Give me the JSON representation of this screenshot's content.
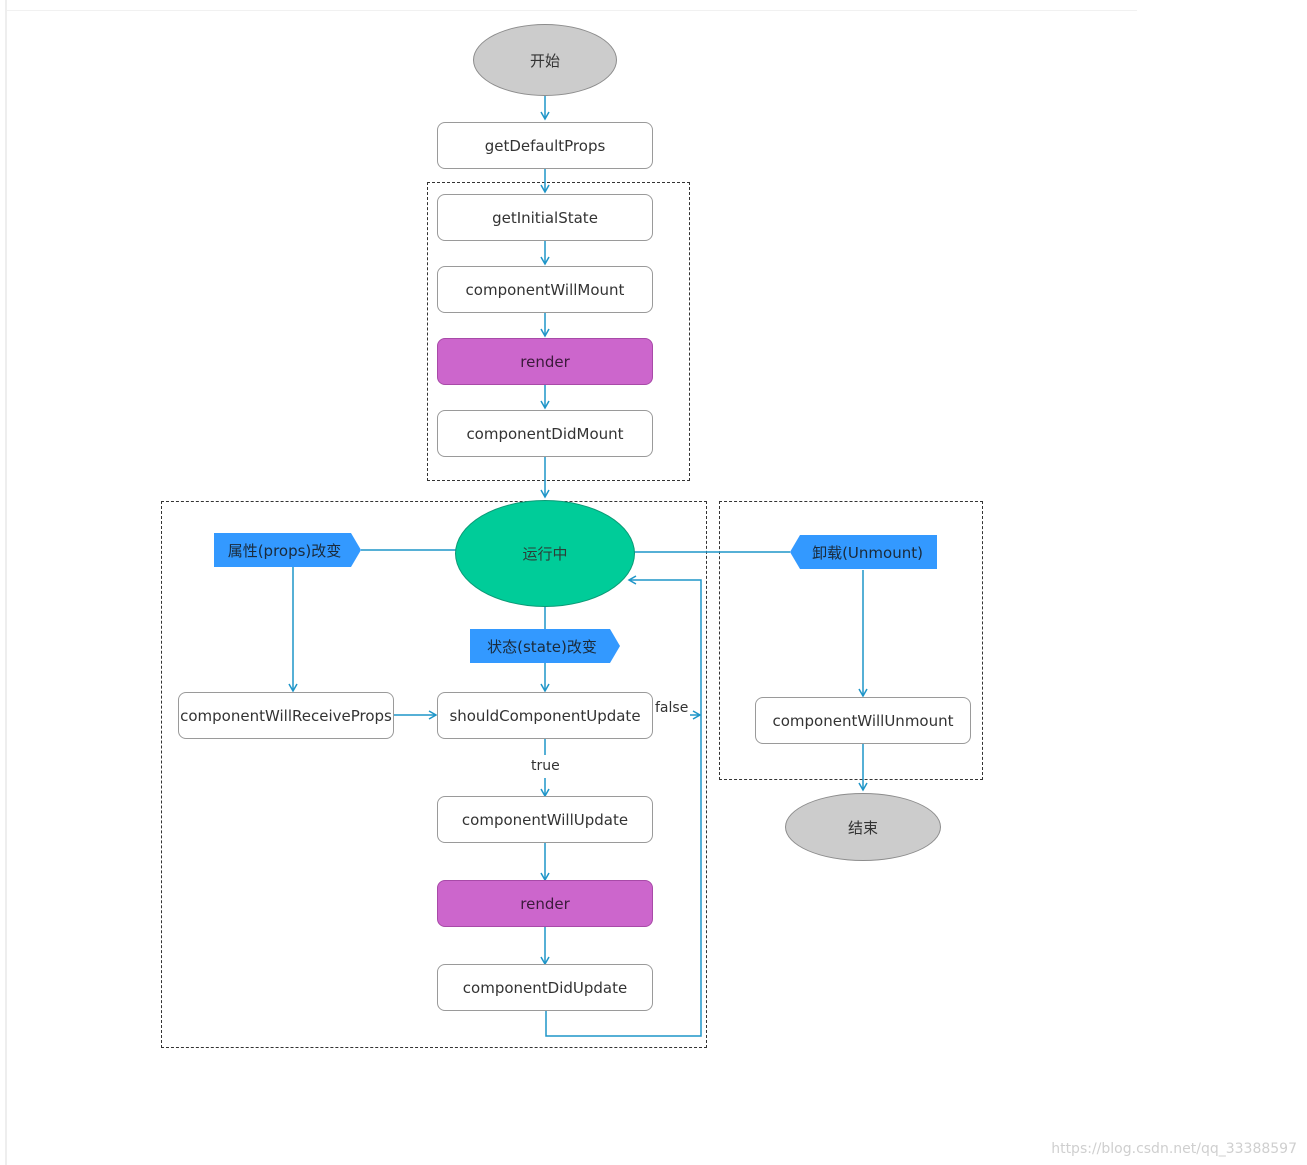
{
  "diagram": {
    "start_label": "开始",
    "end_label": "结束",
    "running_label": "运行中",
    "nodes": {
      "get_default_props": "getDefaultProps",
      "get_initial_state": "getInitialState",
      "component_will_mount": "componentWillMount",
      "render_mount": "render",
      "component_did_mount": "componentDidMount",
      "component_will_receive_props": "componentWillReceiveProps",
      "should_component_update": "shouldComponentUpdate",
      "component_will_update": "componentWillUpdate",
      "render_update": "render",
      "component_did_update": "componentDidUpdate",
      "component_will_unmount": "componentWillUnmount"
    },
    "tags": {
      "props_change": "属性(props)改变",
      "state_change": "状态(state)改变",
      "unmount": "卸载(Unmount)"
    },
    "edge_labels": {
      "false": "false",
      "true": "true"
    },
    "colors": {
      "connector": "#1e95c8",
      "render_fill": "#cc66cc",
      "running_fill": "#00cc99",
      "tag_fill": "#3399ff",
      "terminal_fill": "#cccccc"
    }
  },
  "watermark": "https://blog.csdn.net/qq_33388597"
}
